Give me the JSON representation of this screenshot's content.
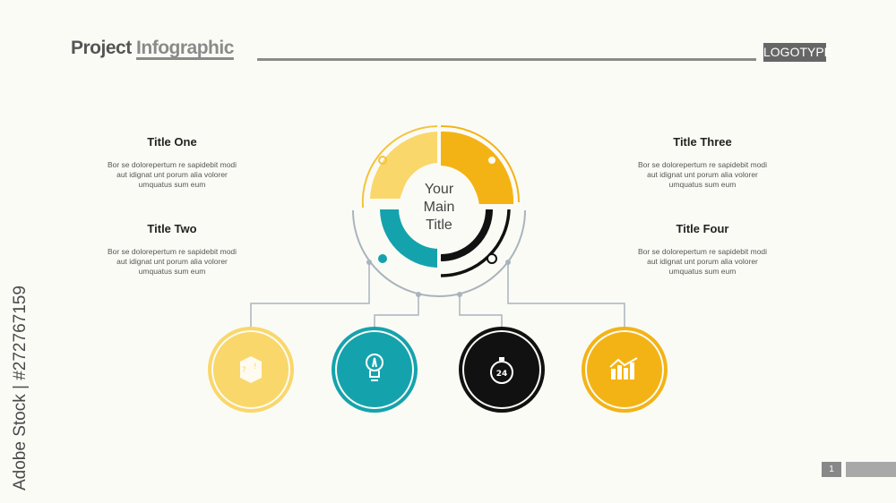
{
  "header": {
    "title_part1": "Project",
    "title_part2": "Infographic",
    "logotype": "LOGOTYPE"
  },
  "center": {
    "line1": "Your",
    "line2": "Main",
    "line3": "Title"
  },
  "blocks": [
    {
      "title": "Title One",
      "text": "Bor se dolorepertum re sapidebit modi aut idignat unt porum alia volorer umquatus sum eum"
    },
    {
      "title": "Title Two",
      "text": "Bor se dolorepertum re sapidebit modi aut idignat unt porum alia volorer umquatus sum eum"
    },
    {
      "title": "Title Three",
      "text": "Bor se dolorepertum re sapidebit modi aut idignat unt porum alia volorer umquatus sum eum"
    },
    {
      "title": "Title Four",
      "text": "Bor se dolorepertum re sapidebit modi aut idignat unt porum alia volorer umquatus sum eum"
    }
  ],
  "icons": [
    "puzzle-icon",
    "lightbulb-icon",
    "stopwatch-24-icon",
    "bar-chart-icon"
  ],
  "watermark": "Adobe Stock | #272767159",
  "page_number": "1",
  "colors": {
    "yellow_light": "#f9d76b",
    "yellow": "#f4b315",
    "teal": "#14a3ad",
    "black": "#111111",
    "gray": "#a9b4bd"
  }
}
